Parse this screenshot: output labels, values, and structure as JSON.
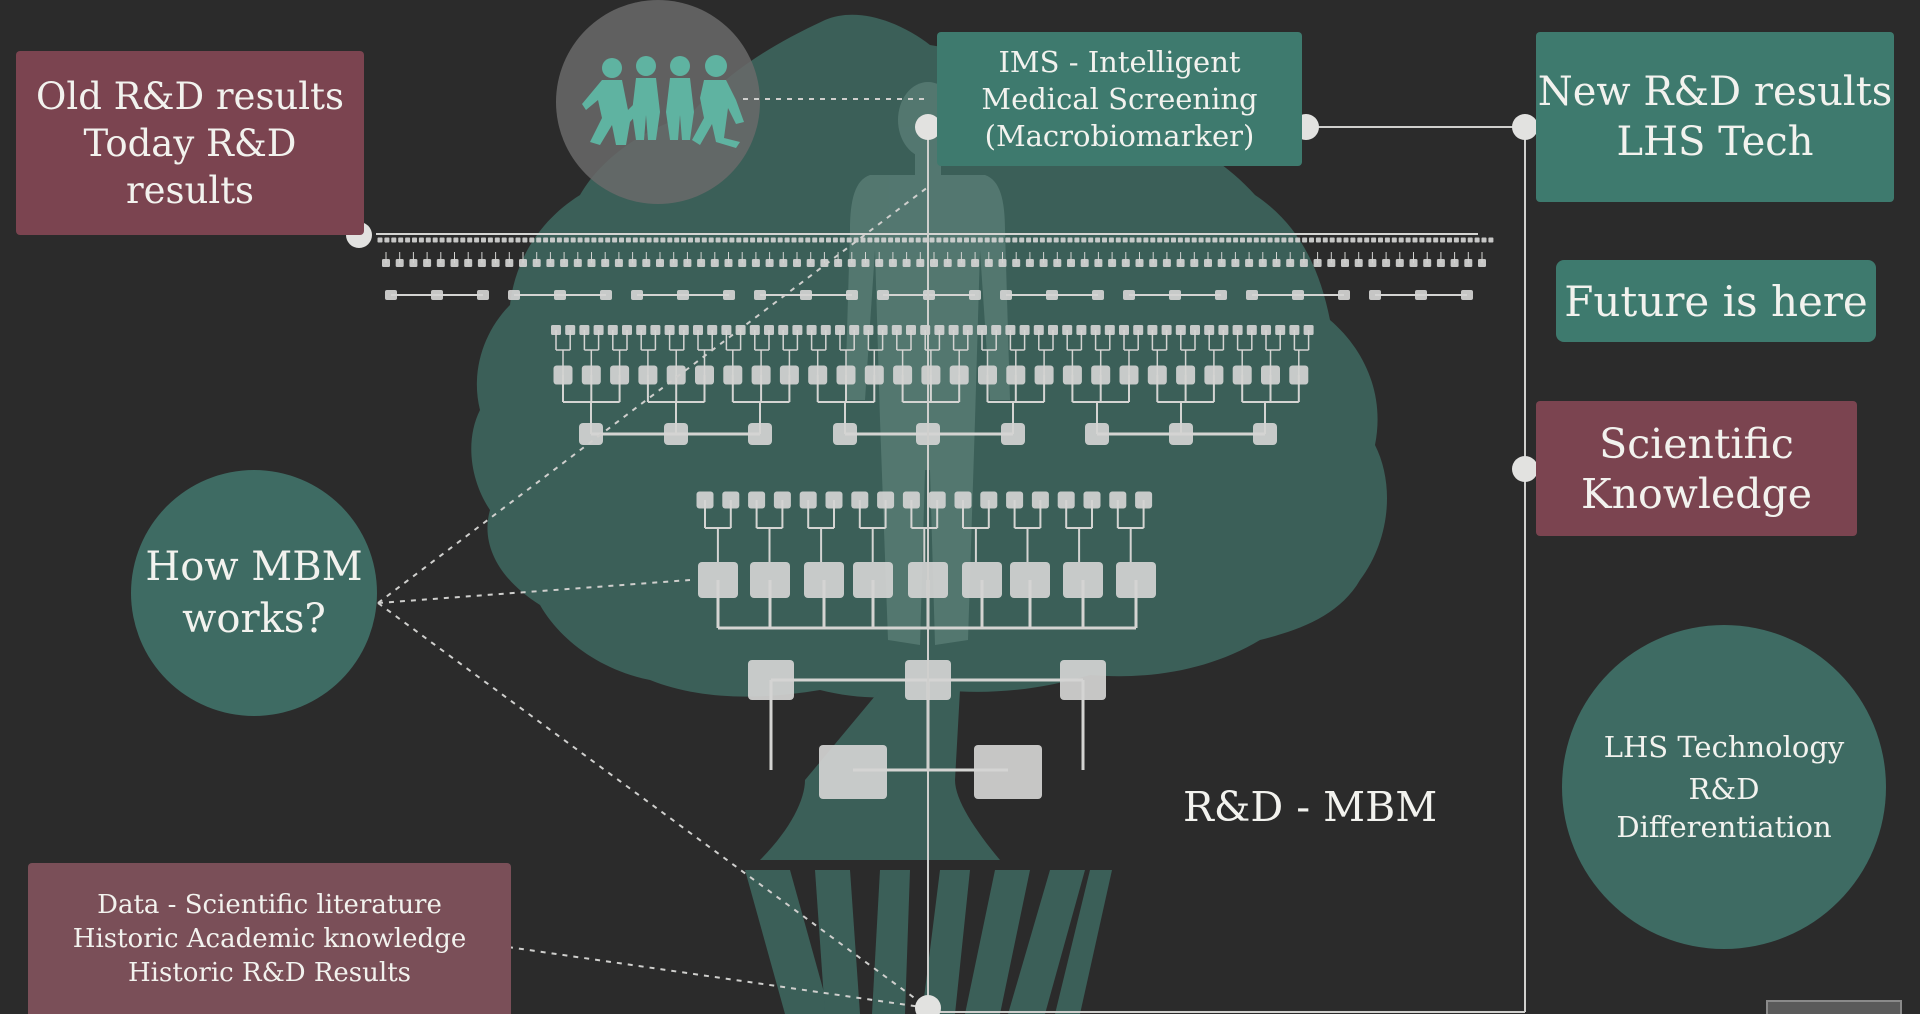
{
  "boxes": {
    "old_results": [
      "Old R&D results",
      "Today R&D",
      "results"
    ],
    "ims": [
      "IMS - Intelligent",
      "Medical Screening",
      "(Macrobiomarker)"
    ],
    "new_results": [
      "New R&D results",
      "LHS Tech"
    ],
    "future": "Future is here",
    "scientific": [
      "Scientific",
      "Knowledge"
    ],
    "data_sources": [
      "Data - Scientific literature",
      "Historic Academic knowledge",
      "Historic R&D Results"
    ]
  },
  "circles": {
    "how_mbm": [
      "How MBM",
      "works?"
    ],
    "lhs_technology": [
      "LHS Technology",
      "R&D",
      "Differentiation"
    ]
  },
  "center_label": "R&D - MBM",
  "colors": {
    "background": "#2b2b2b",
    "teal": "#3e7a6e",
    "maroon": "#7b4450",
    "tree": "#3b5f58",
    "people": "#5fb3a1",
    "node": "#d4d4d2"
  },
  "icons": [
    "people-group-icon",
    "human-figure-icon",
    "tree-icon",
    "tree-structure-icon"
  ]
}
